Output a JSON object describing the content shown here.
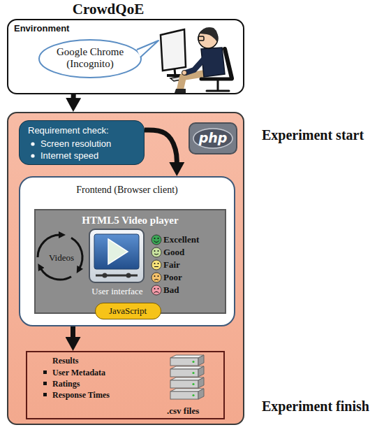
{
  "diagram": {
    "title": "CrowdQoE",
    "nodes": [
      {
        "text": [
          "Environment"
        ]
      },
      {
        "text": [
          "Google Chrome (Incognito)"
        ],
        "in": 0
      },
      {
        "text": [
          "Experiment start",
          "Experiment finish"
        ]
      },
      {
        "text": [
          "Requirement check:",
          "Screen resolution",
          "Internet speed"
        ],
        "in": 2
      },
      {
        "text": [
          "php"
        ],
        "in": 2
      },
      {
        "text": [
          "Frontend (Browser client)"
        ],
        "in": 2
      },
      {
        "text": [
          "HTML5 Video player",
          "Videos",
          "User interface",
          "Excellent",
          "Good",
          "Fair",
          "Poor",
          "Bad"
        ],
        "in": 5
      },
      {
        "text": [
          "JavaScript"
        ],
        "in": 6
      },
      {
        "text": [
          "Results",
          "User Metadata",
          "Ratings",
          "Response Times",
          ".csv files"
        ],
        "in": 2
      }
    ],
    "edges": [
      {
        "from": 0,
        "to": 2,
        "arrow": "to"
      },
      {
        "from": 3,
        "to": 5,
        "arrow": "to"
      },
      {
        "from": 5,
        "to": 8,
        "arrow": "to"
      }
    ]
  }
}
